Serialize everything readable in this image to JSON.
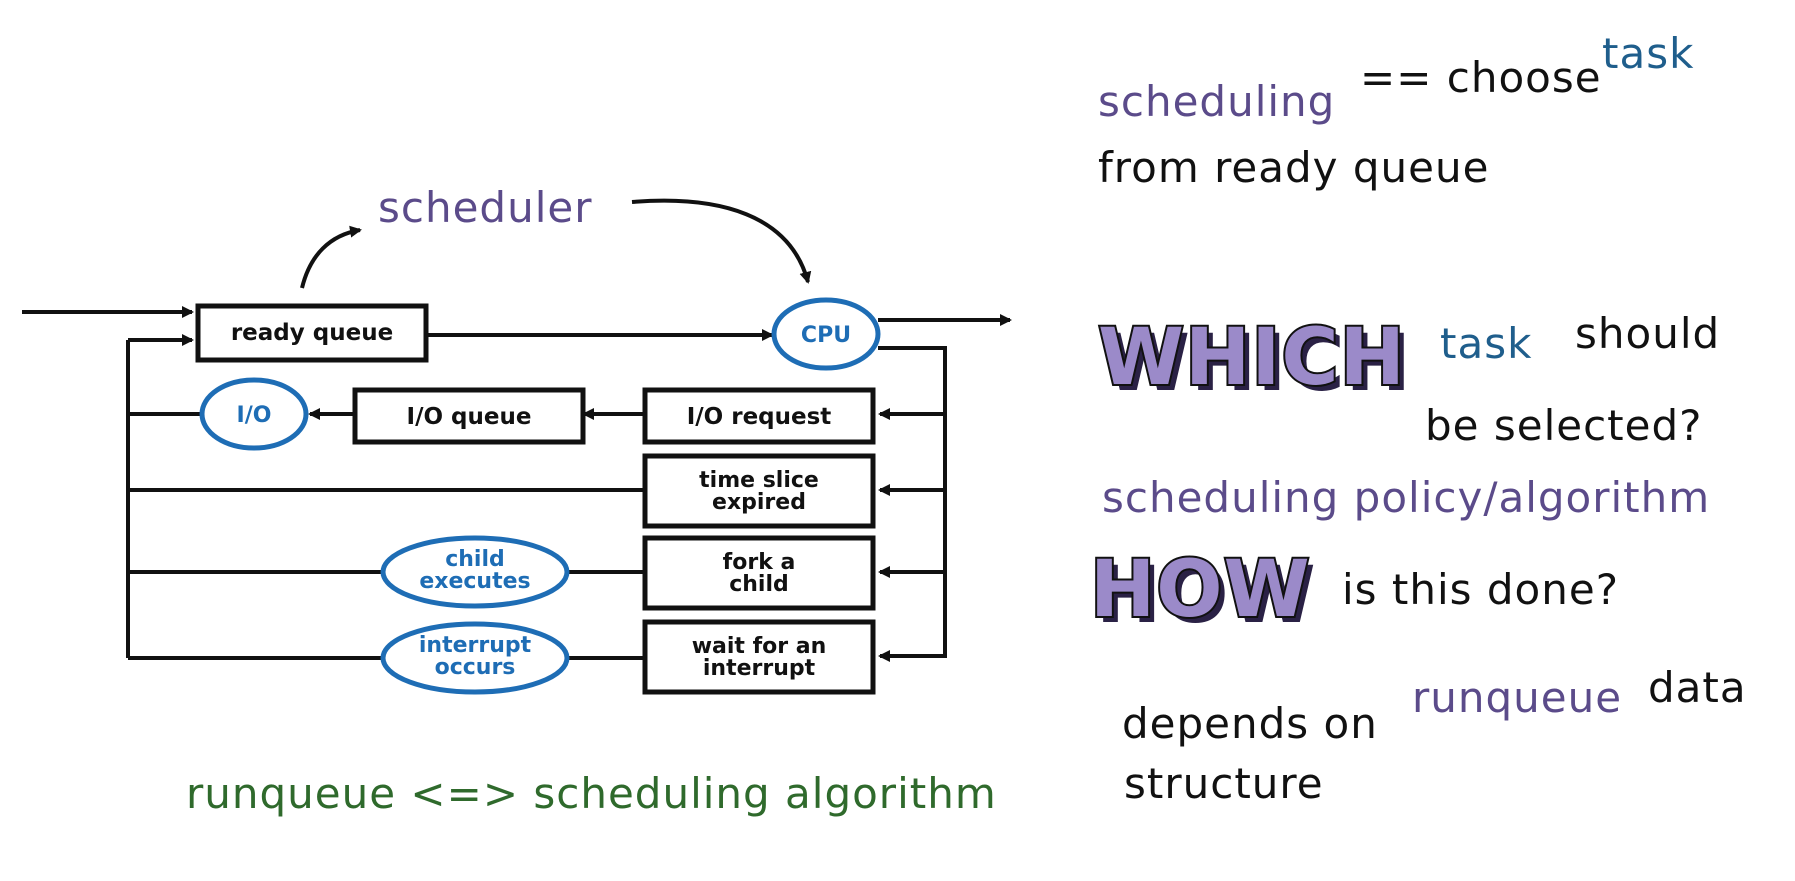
{
  "diagram": {
    "title": "scheduler",
    "caption": "runqueue <=> scheduling algorithm",
    "boxes": {
      "ready_queue": "ready queue",
      "io_queue": "I/O queue",
      "io_request": "I/O request",
      "time_slice": [
        "time slice",
        "expired"
      ],
      "fork_child": [
        "fork a",
        "child"
      ],
      "wait_interrupt": [
        "wait for an",
        "interrupt"
      ]
    },
    "ovals": {
      "cpu": "CPU",
      "io": "I/O",
      "child_executes": [
        "child",
        "executes"
      ],
      "interrupt_occurs": [
        "interrupt",
        "occurs"
      ]
    }
  },
  "notes": {
    "line1_a": "scheduling",
    "line1_b": "== choose",
    "line1_c": "task",
    "line2": "from ready queue",
    "which": "WHICH",
    "which_task": "task",
    "which_should": "should",
    "which_line2": "be selected?",
    "policy": "scheduling policy/algorithm",
    "how": "HOW",
    "how_rest": "is this done?",
    "depends_a": "depends on",
    "depends_b": "runqueue",
    "depends_c": "data",
    "structure": "structure"
  },
  "colors": {
    "purple": "#5b4b8a",
    "blue": "#1f5e8c",
    "oval_blue": "#1e6db5",
    "green": "#2f6a2c",
    "big_fill": "#9b8ac9"
  }
}
